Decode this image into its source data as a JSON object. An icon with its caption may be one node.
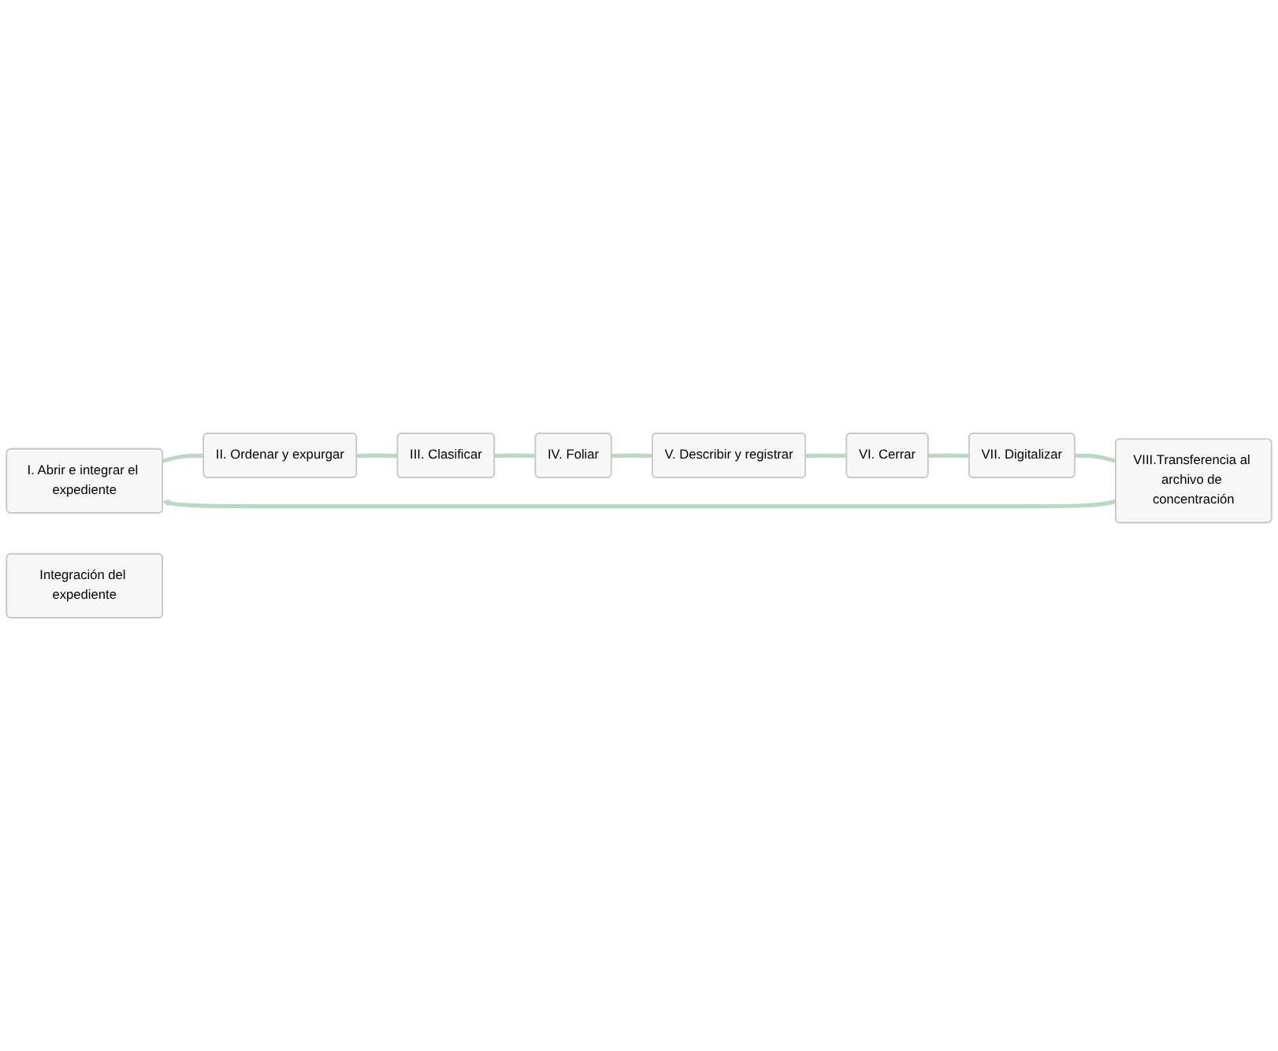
{
  "diagram": {
    "nodes": [
      {
        "text": [
          "I. Abrir e integrar el expediente"
        ]
      },
      {
        "text": [
          "II. Ordenar y expurgar"
        ]
      },
      {
        "text": [
          "III. Clasificar"
        ]
      },
      {
        "text": [
          "IV. Foliar"
        ]
      },
      {
        "text": [
          "V. Describir y registrar"
        ]
      },
      {
        "text": [
          "VI. Cerrar"
        ]
      },
      {
        "text": [
          "VII. Digitalizar"
        ]
      },
      {
        "text": [
          "VIII.Transferencia al archivo de concentración"
        ]
      },
      {
        "text": [
          "Integración del expediente"
        ]
      }
    ],
    "edges": [
      {
        "from": 0,
        "to": 1,
        "arrow": "none"
      },
      {
        "from": 1,
        "to": 2,
        "arrow": "none"
      },
      {
        "from": 2,
        "to": 3,
        "arrow": "none"
      },
      {
        "from": 3,
        "to": 4,
        "arrow": "none"
      },
      {
        "from": 4,
        "to": 5,
        "arrow": "none"
      },
      {
        "from": 5,
        "to": 6,
        "arrow": "none"
      },
      {
        "from": 6,
        "to": 7,
        "arrow": "none"
      },
      {
        "from": 7,
        "to": 0,
        "arrow": "to"
      }
    ]
  }
}
